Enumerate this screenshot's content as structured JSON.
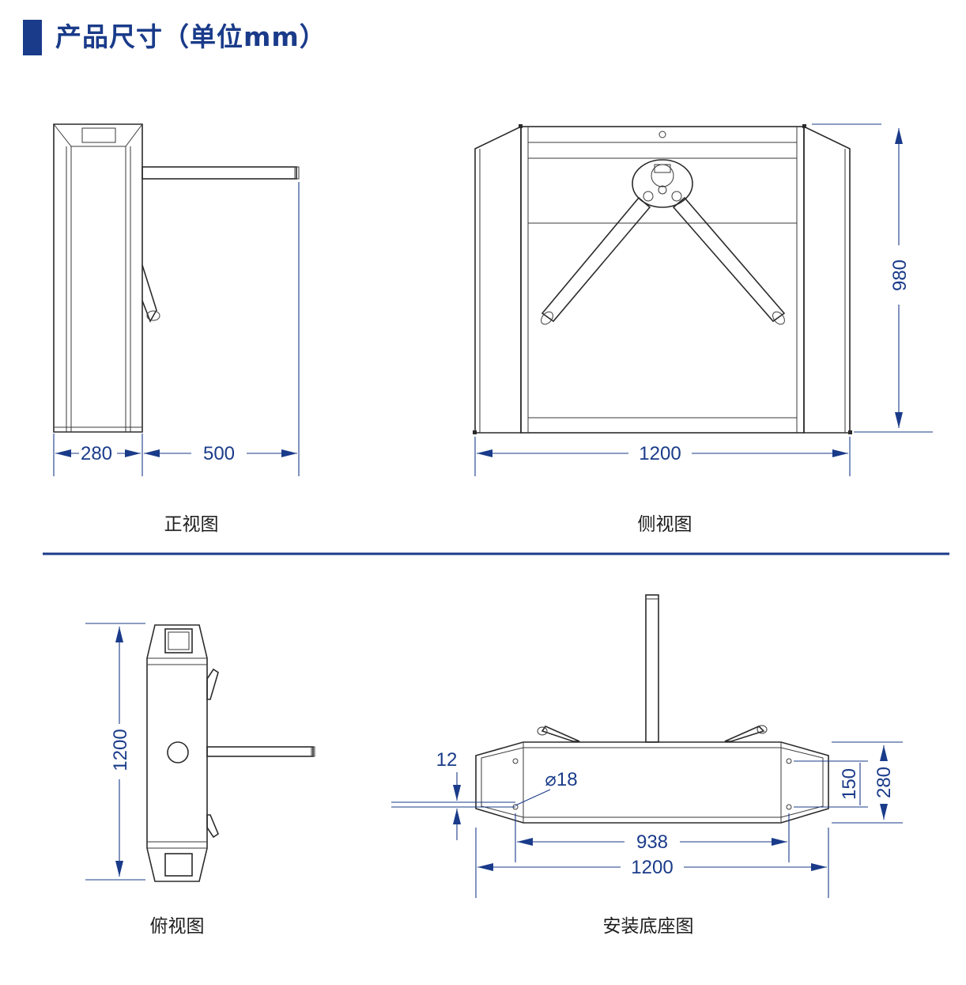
{
  "header": {
    "title": "产品尺寸（单位mm）"
  },
  "captions": {
    "front": "正视图",
    "side": "侧视图",
    "top": "俯视图",
    "base": "安装底座图"
  },
  "dimensions": {
    "front_width": "280",
    "arm_length": "500",
    "side_width": "1200",
    "height": "980",
    "top_length": "1200",
    "hole_offset": "12",
    "hole_diameter": "⌀18",
    "hole_spacing_long": "938",
    "base_length": "1200",
    "hole_spacing_short": "150",
    "base_width": "280"
  },
  "colors": {
    "accent": "#1a3b8a",
    "line": "#2b2b2b"
  }
}
